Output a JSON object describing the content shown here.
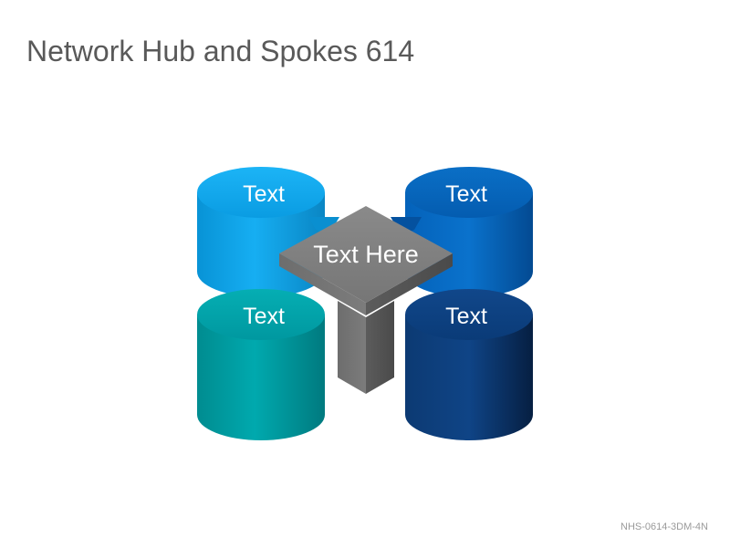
{
  "slide": {
    "title": "Network Hub and Spokes 614",
    "footer_code": "NHS-0614-3DM-4N"
  },
  "hub": {
    "label": "Text Here",
    "color": "#7f7f7f"
  },
  "spokes": [
    {
      "position": "top-left",
      "label": "Text",
      "color": "#0aa2e8"
    },
    {
      "position": "top-right",
      "label": "Text",
      "color": "#0563b8"
    },
    {
      "position": "bottom-left",
      "label": "Text",
      "color": "#00a0a6"
    },
    {
      "position": "bottom-right",
      "label": "Text",
      "color": "#0c3f7c"
    }
  ]
}
